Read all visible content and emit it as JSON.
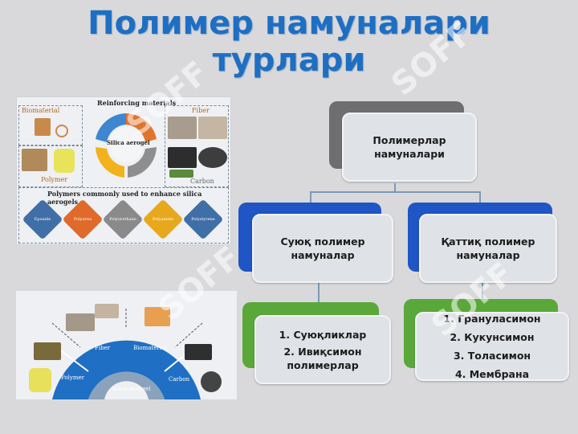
{
  "title": {
    "line1": "Полимер намуналари",
    "line2": "турлари"
  },
  "figure_top": {
    "heading": "Reinforcing materials",
    "biomaterial": "Biomaterial",
    "fiber": "Fiber",
    "polymer": "Polymer",
    "carbon": "Carbon",
    "center": "Silica aerogel",
    "caption": "Polymers commonly used to enhance silica aerogels",
    "diamonds": [
      {
        "label": "Epoxide",
        "color": "#3f6fa6"
      },
      {
        "label": "Polyurea",
        "color": "#e06a2a"
      },
      {
        "label": "Polyurethane",
        "color": "#8a8a8a"
      },
      {
        "label": "Polyamide",
        "color": "#e7a81c"
      },
      {
        "label": "Polystyrene",
        "color": "#3f6fa6"
      }
    ]
  },
  "figure_bottom": {
    "fiber": "Fiber",
    "biomaterial": "Biomaterial",
    "polymer": "Polymer",
    "carbon": "Carbon",
    "center": "silica aerogel"
  },
  "chart": {
    "root": {
      "line1": "Полимерлар",
      "line2": "намуналари"
    },
    "left": {
      "line1": "Суюқ полимер",
      "line2": "намуналар"
    },
    "right": {
      "line1": "Қаттиқ полимер",
      "line2": "намуналар"
    },
    "left_items": [
      "1. Суюқликлар",
      "2. Ивиқсимон",
      "полимерлар"
    ],
    "right_items": [
      "1. Грануласимон",
      "2. Кукунсимон",
      "3. Толасимон",
      "4. Мембрана"
    ]
  },
  "watermark": "SOFF"
}
